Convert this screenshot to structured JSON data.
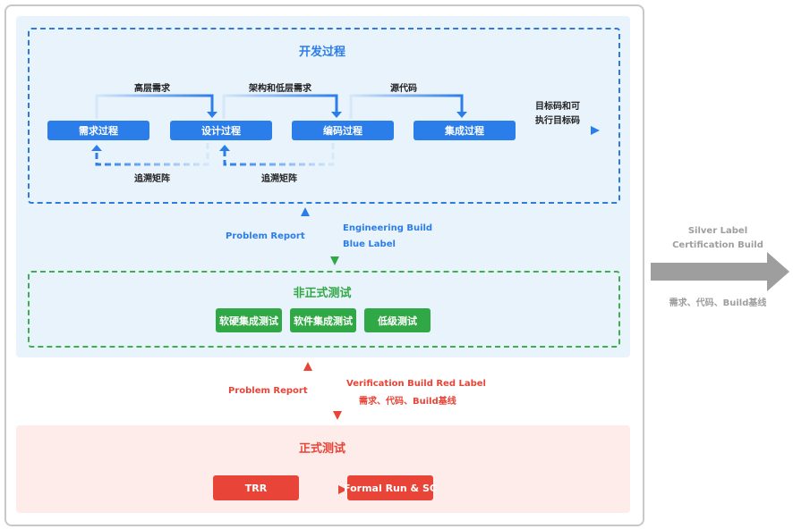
{
  "development": {
    "title": "开发过程",
    "processes": [
      "需求过程",
      "设计过程",
      "编码过程",
      "集成过程"
    ],
    "forward_labels": [
      "高层需求",
      "架构和低层需求",
      "源代码"
    ],
    "trace_labels": [
      "追溯矩阵",
      "追溯矩阵"
    ],
    "output_label_line1": "目标码和可",
    "output_label_line2": "执行目标码"
  },
  "links_upper": {
    "problem_report": "Problem Report",
    "build_line1": "Engineering Build",
    "build_line2": "Blue Label"
  },
  "informal_testing": {
    "title": "非正式测试",
    "tests": [
      "软硬集成测试",
      "软件集成测试",
      "低级测试"
    ]
  },
  "links_lower": {
    "problem_report": "Problem Report",
    "build_line1": "Verification Build Red Label",
    "build_line2": "需求、代码、Build基线"
  },
  "formal_testing": {
    "title": "正式测试",
    "steps": [
      "TRR",
      "Formal Run & SC"
    ]
  },
  "release": {
    "line1": "Silver Label",
    "line2": "Certification Build",
    "line3": "需求、代码、Build基线"
  },
  "colors": {
    "blue": "#2b7de9",
    "green": "#31a846",
    "red": "#e84437",
    "gray": "#9e9e9e"
  }
}
